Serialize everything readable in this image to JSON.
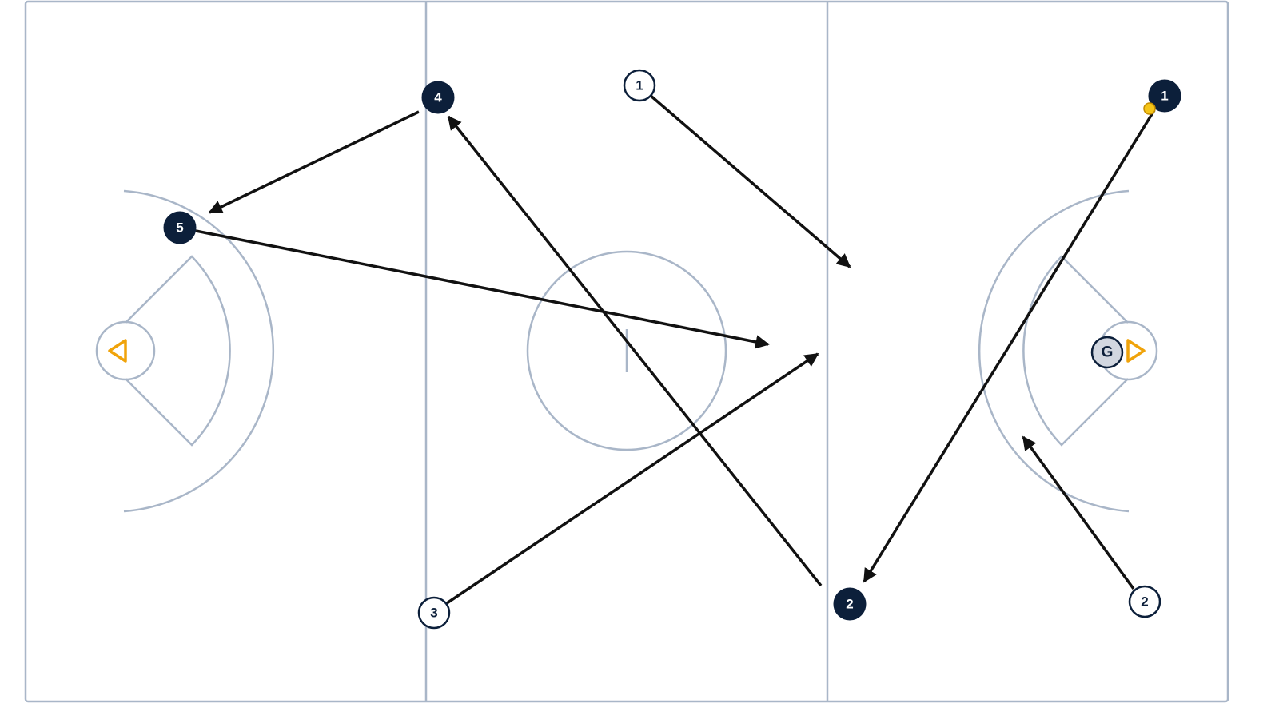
{
  "colors": {
    "field_lines": "#a9b6c8",
    "offense": "#0c1f3a",
    "defense_fill": "#ffffff",
    "goalie_fill": "#d2d7e0",
    "goal_marker": "#f0a30a",
    "ball": "#f5c518",
    "arrows": "#111111"
  },
  "players": [
    {
      "id": "o4",
      "label": "4",
      "team": "offense"
    },
    {
      "id": "o5",
      "label": "5",
      "team": "offense"
    },
    {
      "id": "o1",
      "label": "1",
      "team": "offense",
      "has_ball": true
    },
    {
      "id": "o2",
      "label": "2",
      "team": "offense"
    },
    {
      "id": "d1",
      "label": "1",
      "team": "defense"
    },
    {
      "id": "d3",
      "label": "3",
      "team": "defense"
    },
    {
      "id": "d2",
      "label": "2",
      "team": "defense"
    },
    {
      "id": "g",
      "label": "G",
      "team": "goalie"
    }
  ],
  "goals": [
    {
      "name": "left-goal",
      "direction": "left",
      "icon": "triangle-left-icon"
    },
    {
      "name": "right-goal",
      "direction": "right",
      "icon": "triangle-right-icon"
    }
  ]
}
